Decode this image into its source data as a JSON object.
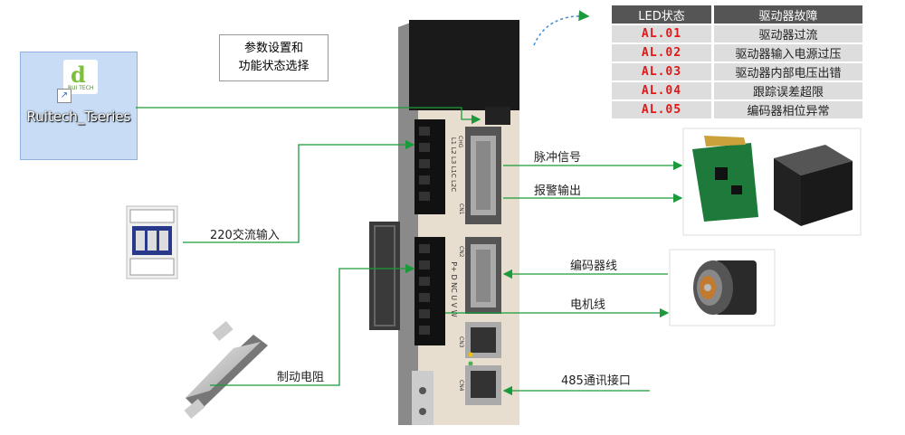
{
  "desktop_icon": {
    "label": "Ruitech_Tseries",
    "logo_sub": "RUI TECH"
  },
  "settings_label": "参数设置和\n功能状态选择",
  "led_table": {
    "headers": [
      "LED状态",
      "驱动器故障"
    ],
    "rows": [
      {
        "code": "AL.01",
        "desc": "驱动器过流"
      },
      {
        "code": "AL.02",
        "desc": "驱动器输入电源过压"
      },
      {
        "code": "AL.03",
        "desc": "驱动器内部电压出错"
      },
      {
        "code": "AL.04",
        "desc": "跟踪误差超限"
      },
      {
        "code": "AL.05",
        "desc": "编码器相位异常"
      }
    ]
  },
  "labels": {
    "ac_input": "220交流输入",
    "brake_resistor": "制动电阻",
    "pulse_signal": "脉冲信号",
    "alarm_output": "报警输出",
    "encoder_line": "编码器线",
    "motor_line": "电机线",
    "comm_port": "485通讯接口"
  },
  "drive_labels": {
    "top_terminal": "L1 L2 L3 L1C L2C",
    "bottom_terminal": "P+ D NC U V W",
    "chg": "CHG",
    "cn": "CN1",
    "cn2": "CN2",
    "cn3": "CN3",
    "cn4": "CN4"
  },
  "colors": {
    "line": "#1a9a3a",
    "led_red": "#e21818",
    "header_bg": "#555555",
    "row_bg": "#dddddd"
  }
}
